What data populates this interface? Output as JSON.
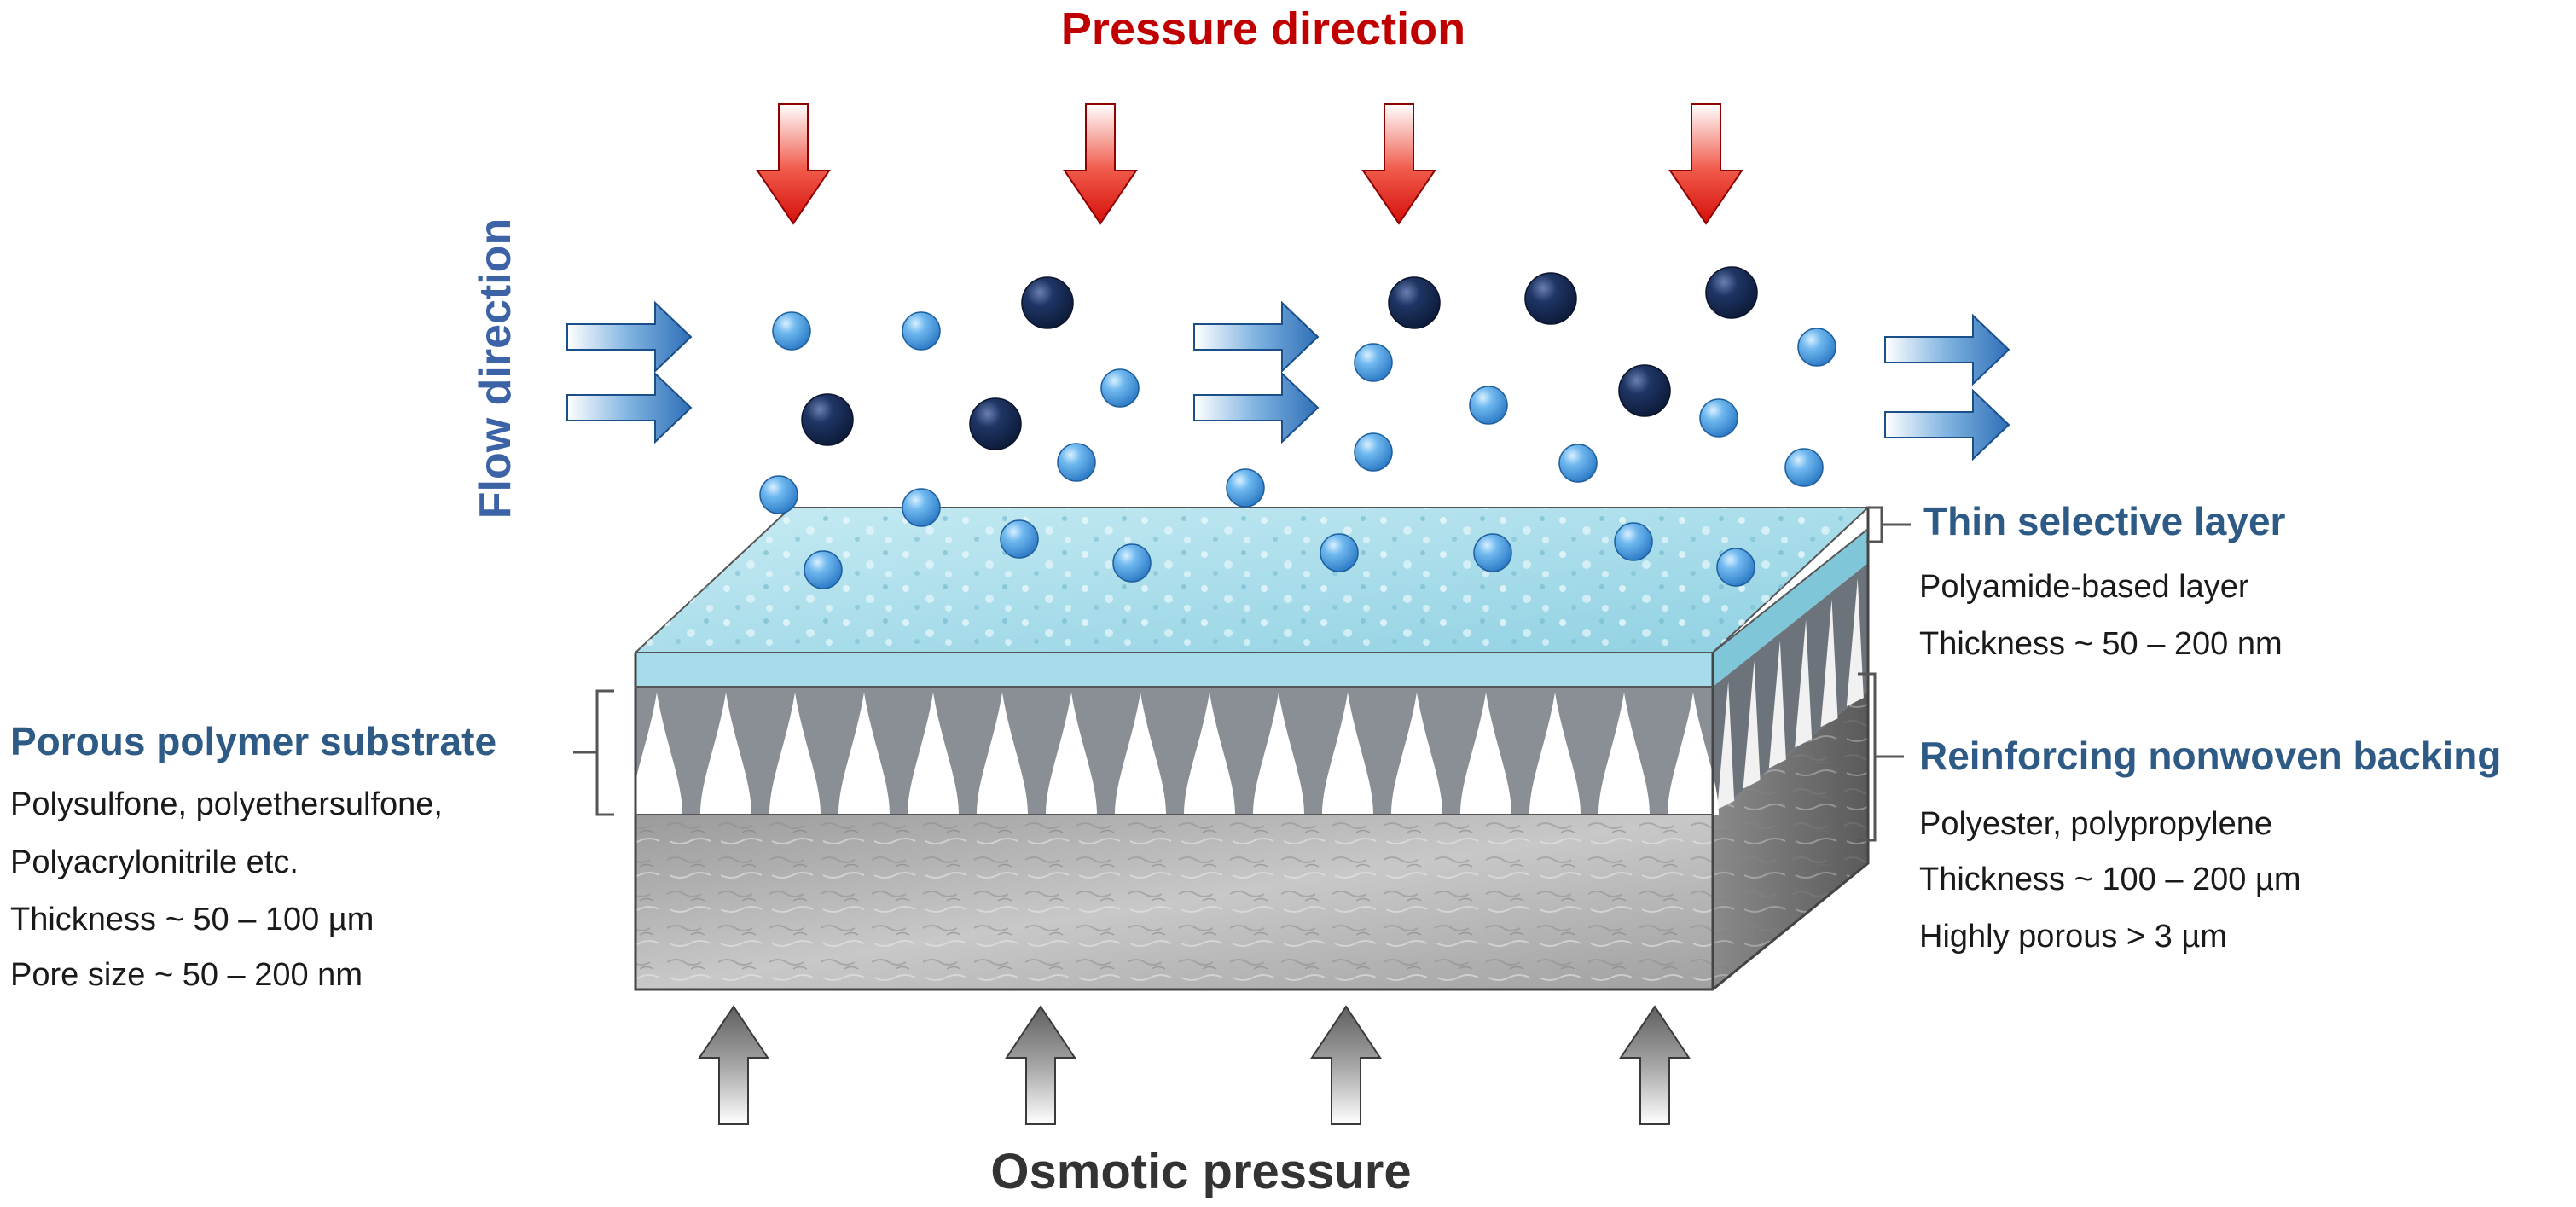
{
  "diagram": {
    "pressure_direction": "Pressure direction",
    "flow_direction": "Flow direction",
    "osmotic_pressure": "Osmotic pressure",
    "thin_selective_layer": {
      "title": "Thin selective layer",
      "line1": "Polyamide-based layer",
      "line2": "Thickness ~ 50 – 200 nm"
    },
    "reinforcing_backing": {
      "title": "Reinforcing nonwoven backing",
      "line1": "Polyester, polypropylene",
      "line2": "Thickness ~ 100 – 200 µm",
      "line3": "Highly porous > 3 µm"
    },
    "porous_substrate": {
      "title": "Porous polymer substrate",
      "line1": "Polysulfone, polyethersulfone,",
      "line2": "Polyacrylonitrile etc.",
      "line3": "Thickness ~ 50 – 100 µm",
      "line4": "Pore size ~ 50 – 200 nm"
    }
  },
  "colors": {
    "pressure_arrow": "#e3120b",
    "flow_arrow": "#2f6fb7",
    "osmotic_arrow": "#777777",
    "selective_layer": "#a6dce9",
    "substrate": "#8a8f96",
    "backing": "#b5b5b5",
    "small_particle": "#5aa9e6",
    "large_particle": "#1b2f57"
  }
}
